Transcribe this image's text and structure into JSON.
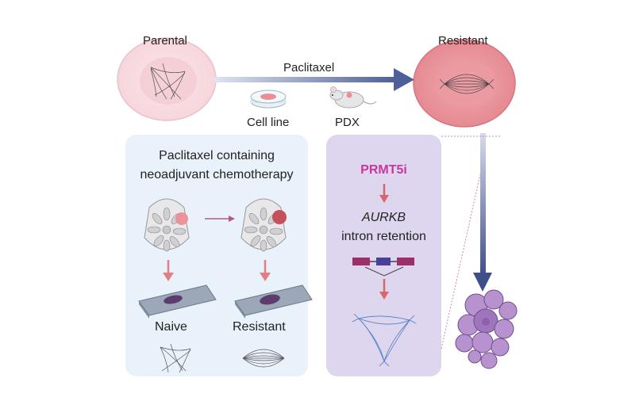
{
  "top": {
    "parental_label": "Parental",
    "resistant_label": "Resistant",
    "drug_label": "Paclitaxel",
    "model_cell_line": "Cell line",
    "model_pdx": "PDX"
  },
  "left_panel": {
    "title_line1": "Paclitaxel containing",
    "title_line2": "neoadjuvant chemotherapy",
    "naive_label": "Naive",
    "resistant_label": "Resistant"
  },
  "mid_panel": {
    "inhibitor": "PRMT5i",
    "gene": "AURKB",
    "event": "intron retention"
  },
  "colors": {
    "left_panel_bg": "#e9f1fb",
    "mid_panel_bg": "#ddd6ee",
    "prmt5i": "#c8379a",
    "arrow_blue": "#4f5f99",
    "arrow_red": "#d9666a",
    "tumor": "#a47fc2"
  },
  "icons": [
    "parental-cell-icon",
    "resistant-cell-icon",
    "petri-dish-icon",
    "mouse-icon",
    "breast-tumor-icon",
    "slide-icon",
    "mitotic-spindle-icon",
    "gene-exon-icon",
    "tumor-cluster-icon"
  ]
}
